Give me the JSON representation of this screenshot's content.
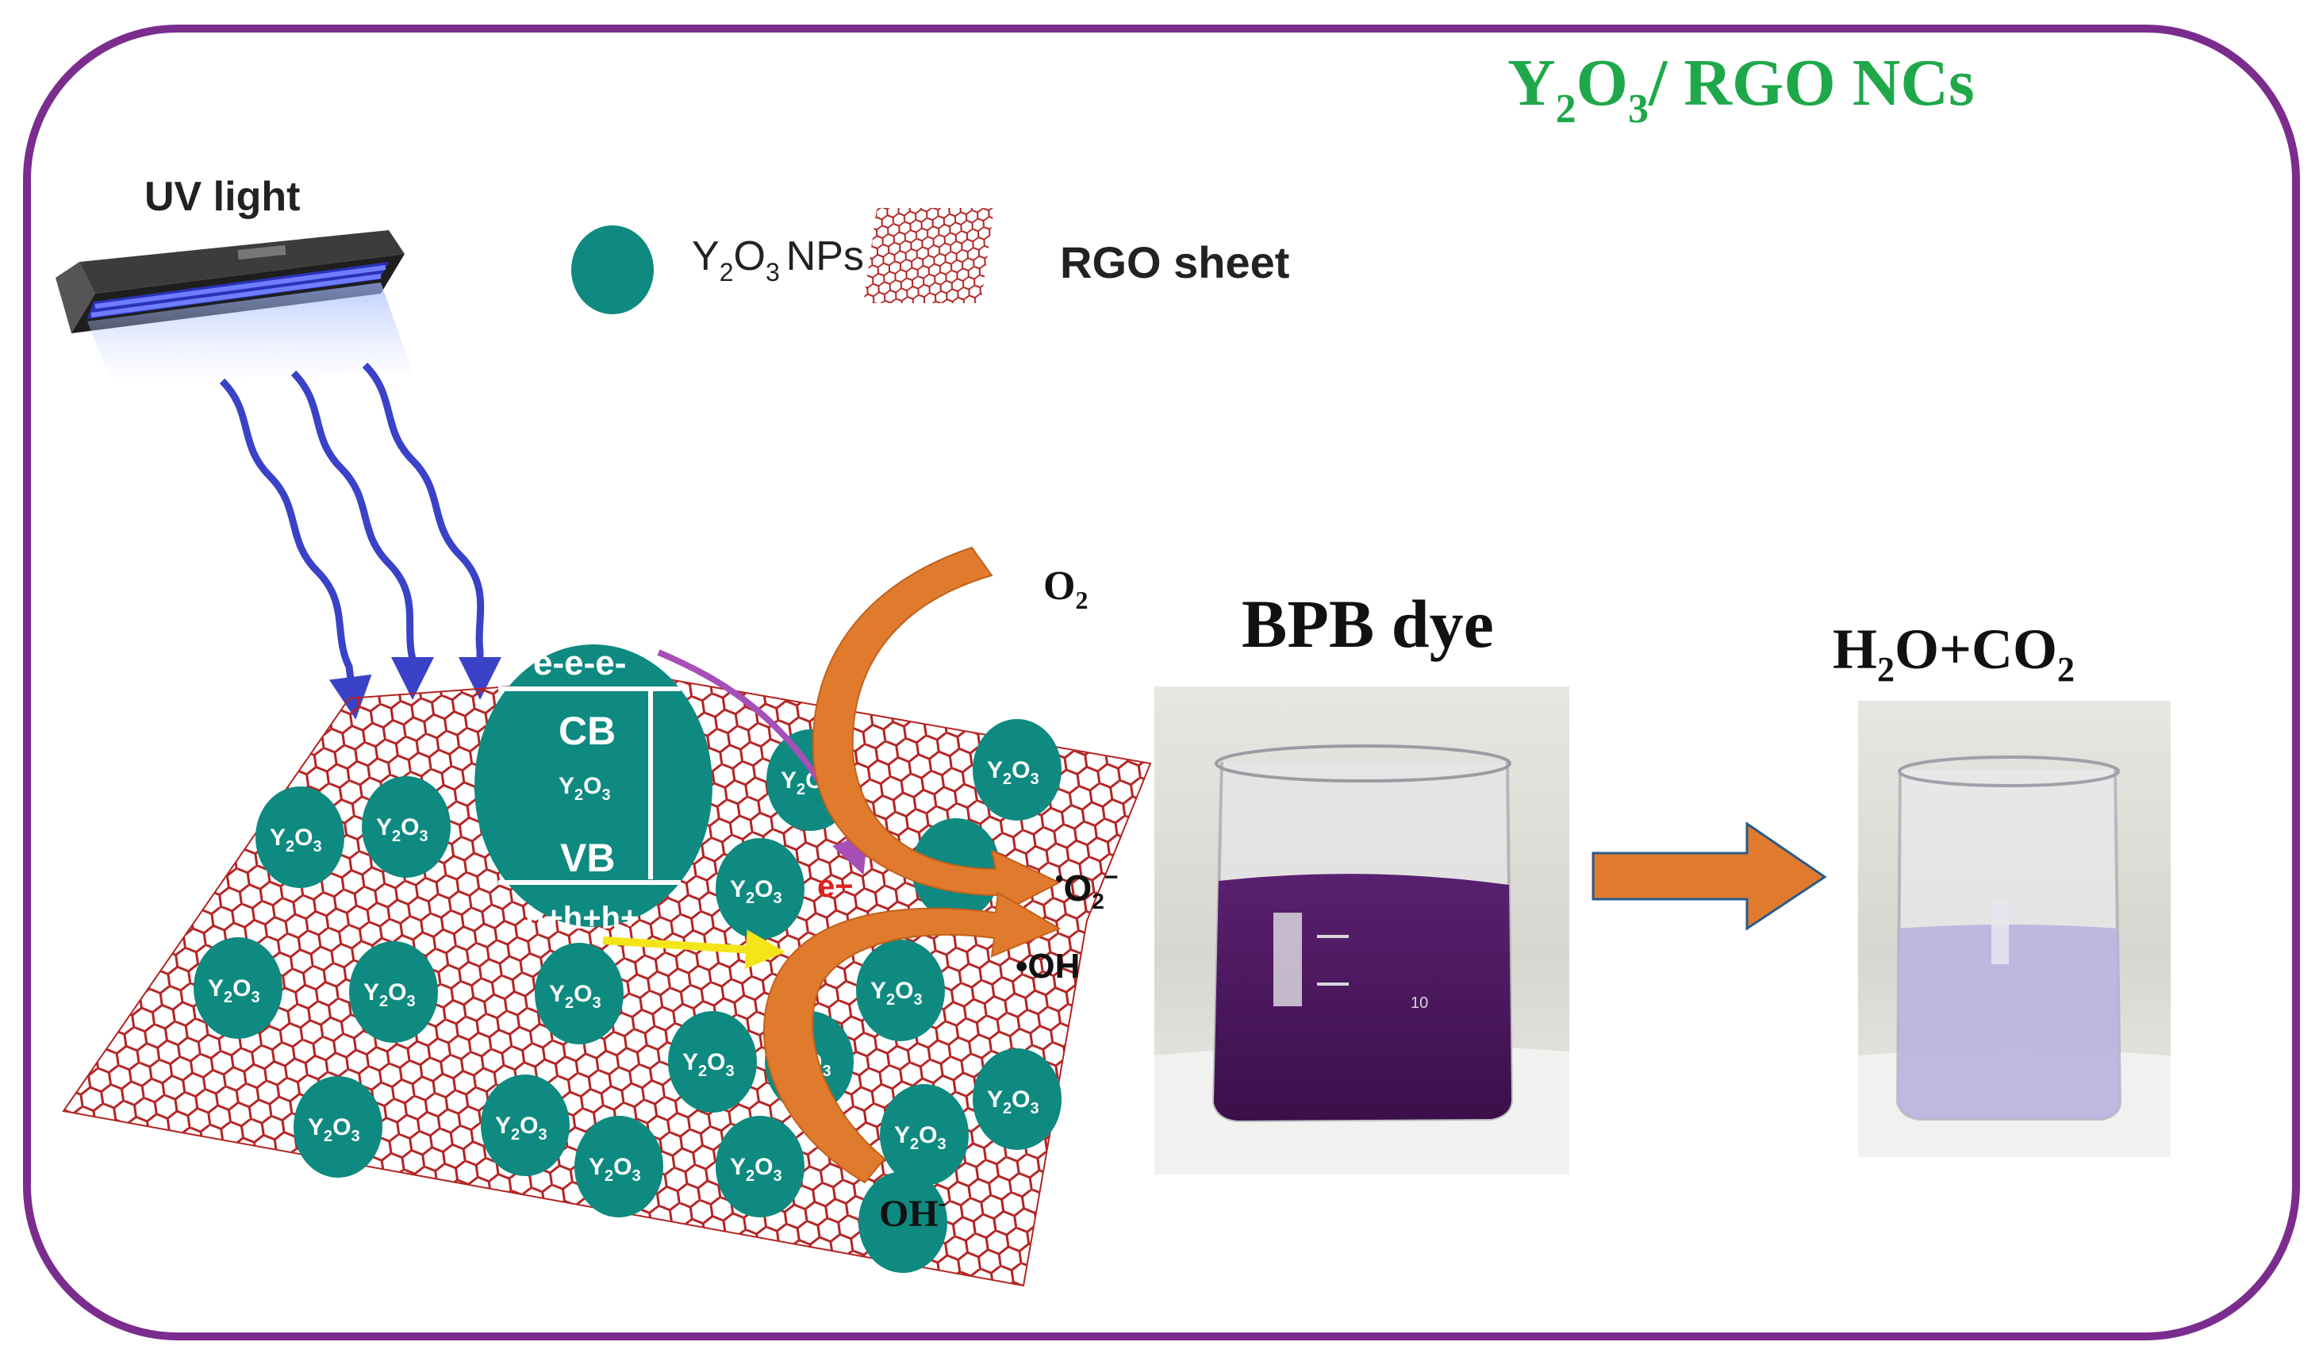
{
  "title": {
    "main": "Y",
    "sub1": "2",
    "mid": "O",
    "sub2": "3",
    "rest": "/ RGO NCs"
  },
  "legend": {
    "uv_label": "UV light",
    "np_main": "Y",
    "np_sub1": "2",
    "np_mid": "O",
    "np_sub2": "3",
    "np_rest": "NPs",
    "rgo_label": "RGO sheet"
  },
  "band": {
    "electrons": "e-e-e-",
    "cb": "CB",
    "vb": "VB",
    "holes": "h+h+h+",
    "mat_main": "Y",
    "mat_sub1": "2",
    "mat_mid": "O",
    "mat_sub2": "3"
  },
  "particle": {
    "main": "Y",
    "sub1": "2",
    "mid": "O",
    "sub2": "3"
  },
  "species": {
    "o2_main": "O",
    "o2_sub": "2",
    "superoxide_dot": "•",
    "superoxide_main": "O",
    "superoxide_sub": "2",
    "superoxide_sup": "−",
    "hydroxyl": "•OH",
    "hydroxide_main": "OH",
    "hydroxide_sup": "-",
    "electron": "e−"
  },
  "beakers": {
    "dye_label": "BPB dye",
    "product_h": "H",
    "product_h_sub": "2",
    "product_o": "O+CO",
    "product_o_sub": "2",
    "mark": "10"
  },
  "colors": {
    "border": "#7b2d8e",
    "title_green": "#1fa84a",
    "particle_teal": "#0e8a80",
    "rgo_red": "#b32424",
    "arrow_orange": "#e07b2e",
    "uv_arrow": "#3a42c8",
    "dye_purple": "#4a1658",
    "degraded_lavender": "#b9b2e0"
  }
}
